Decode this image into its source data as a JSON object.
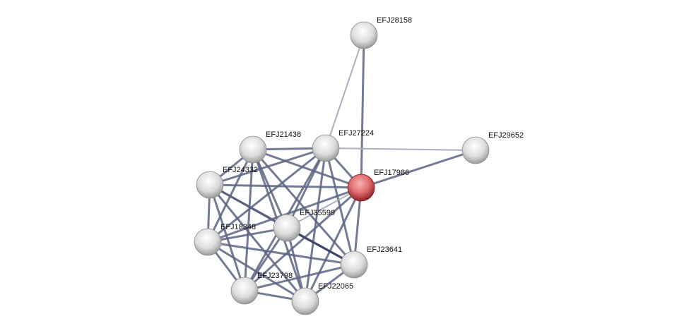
{
  "network": {
    "query_node": "EFJ17986",
    "colors": {
      "query": "#d9585c",
      "node": "#d8d8d8",
      "edge_strong": "#3a4468",
      "edge_medium": "#5c6582",
      "edge_weak": "#a7abbd"
    },
    "nodes": [
      {
        "id": "EFJ28158",
        "label": "EFJ28158"
      },
      {
        "id": "EFJ27224",
        "label": "EFJ27224"
      },
      {
        "id": "EFJ29652",
        "label": "EFJ29652"
      },
      {
        "id": "EFJ21436",
        "label": "EFJ21436"
      },
      {
        "id": "EFJ24332",
        "label": "EFJ24332"
      },
      {
        "id": "EFJ17986",
        "label": "EFJ17986"
      },
      {
        "id": "EFJ35599",
        "label": "EFJ35599"
      },
      {
        "id": "EFJ18348",
        "label": "EFJ18348"
      },
      {
        "id": "EFJ23641",
        "label": "EFJ23641"
      },
      {
        "id": "EFJ23798",
        "label": "EFJ23798"
      },
      {
        "id": "EFJ22065",
        "label": "EFJ22065"
      }
    ],
    "edges": [
      [
        "EFJ28158",
        "EFJ27224",
        "weak"
      ],
      [
        "EFJ28158",
        "EFJ17986",
        "medium"
      ],
      [
        "EFJ27224",
        "EFJ29652",
        "weak"
      ],
      [
        "EFJ17986",
        "EFJ29652",
        "medium"
      ],
      [
        "EFJ21436",
        "EFJ27224",
        "medium"
      ],
      [
        "EFJ21436",
        "EFJ24332",
        "medium"
      ],
      [
        "EFJ21436",
        "EFJ17986",
        "medium"
      ],
      [
        "EFJ21436",
        "EFJ35599",
        "medium"
      ],
      [
        "EFJ21436",
        "EFJ18348",
        "medium"
      ],
      [
        "EFJ21436",
        "EFJ23641",
        "medium"
      ],
      [
        "EFJ21436",
        "EFJ23798",
        "medium"
      ],
      [
        "EFJ21436",
        "EFJ22065",
        "medium"
      ],
      [
        "EFJ27224",
        "EFJ24332",
        "medium"
      ],
      [
        "EFJ27224",
        "EFJ17986",
        "medium"
      ],
      [
        "EFJ27224",
        "EFJ35599",
        "medium"
      ],
      [
        "EFJ27224",
        "EFJ18348",
        "medium"
      ],
      [
        "EFJ27224",
        "EFJ23641",
        "medium"
      ],
      [
        "EFJ27224",
        "EFJ23798",
        "medium"
      ],
      [
        "EFJ27224",
        "EFJ22065",
        "medium"
      ],
      [
        "EFJ24332",
        "EFJ17986",
        "medium"
      ],
      [
        "EFJ24332",
        "EFJ35599",
        "strong"
      ],
      [
        "EFJ24332",
        "EFJ18348",
        "medium"
      ],
      [
        "EFJ24332",
        "EFJ23641",
        "medium"
      ],
      [
        "EFJ24332",
        "EFJ23798",
        "medium"
      ],
      [
        "EFJ24332",
        "EFJ22065",
        "medium"
      ],
      [
        "EFJ17986",
        "EFJ35599",
        "weak"
      ],
      [
        "EFJ17986",
        "EFJ18348",
        "medium"
      ],
      [
        "EFJ17986",
        "EFJ23641",
        "medium"
      ],
      [
        "EFJ17986",
        "EFJ23798",
        "medium"
      ],
      [
        "EFJ17986",
        "EFJ22065",
        "medium"
      ],
      [
        "EFJ35599",
        "EFJ18348",
        "medium"
      ],
      [
        "EFJ35599",
        "EFJ23641",
        "strong"
      ],
      [
        "EFJ35599",
        "EFJ23798",
        "medium"
      ],
      [
        "EFJ35599",
        "EFJ22065",
        "medium"
      ],
      [
        "EFJ18348",
        "EFJ23641",
        "medium"
      ],
      [
        "EFJ18348",
        "EFJ23798",
        "medium"
      ],
      [
        "EFJ18348",
        "EFJ22065",
        "medium"
      ],
      [
        "EFJ23641",
        "EFJ23798",
        "medium"
      ],
      [
        "EFJ23641",
        "EFJ22065",
        "medium"
      ],
      [
        "EFJ23798",
        "EFJ22065",
        "medium"
      ]
    ]
  }
}
